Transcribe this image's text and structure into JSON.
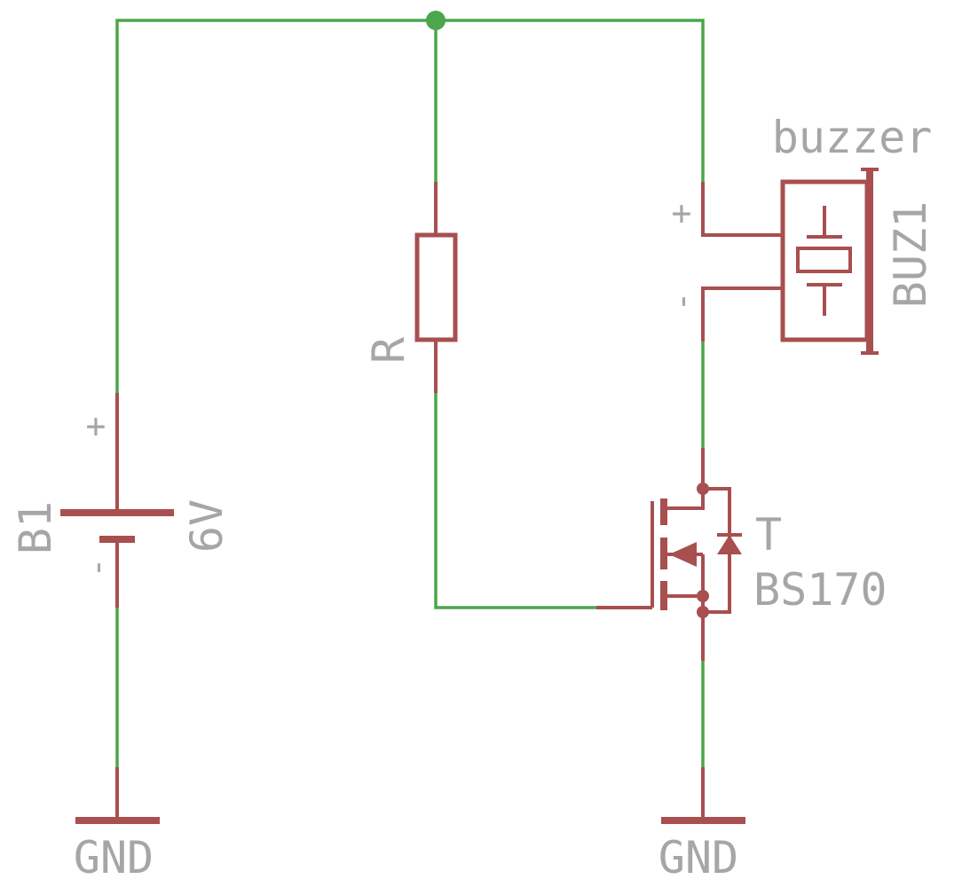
{
  "colors": {
    "wire": "#4ca64c",
    "symbol": "#a84f4f",
    "label": "#a6a6a6",
    "background": "#ffffff"
  },
  "battery": {
    "name": "B1",
    "value": "6V",
    "plus": "+",
    "minus": "-"
  },
  "resistor": {
    "name": "R"
  },
  "buzzer": {
    "name": "BUZ1",
    "value": "buzzer",
    "plus": "+",
    "minus": "-"
  },
  "transistor": {
    "name": "T",
    "value": "BS170"
  },
  "grounds": {
    "left": "GND",
    "right": "GND"
  }
}
